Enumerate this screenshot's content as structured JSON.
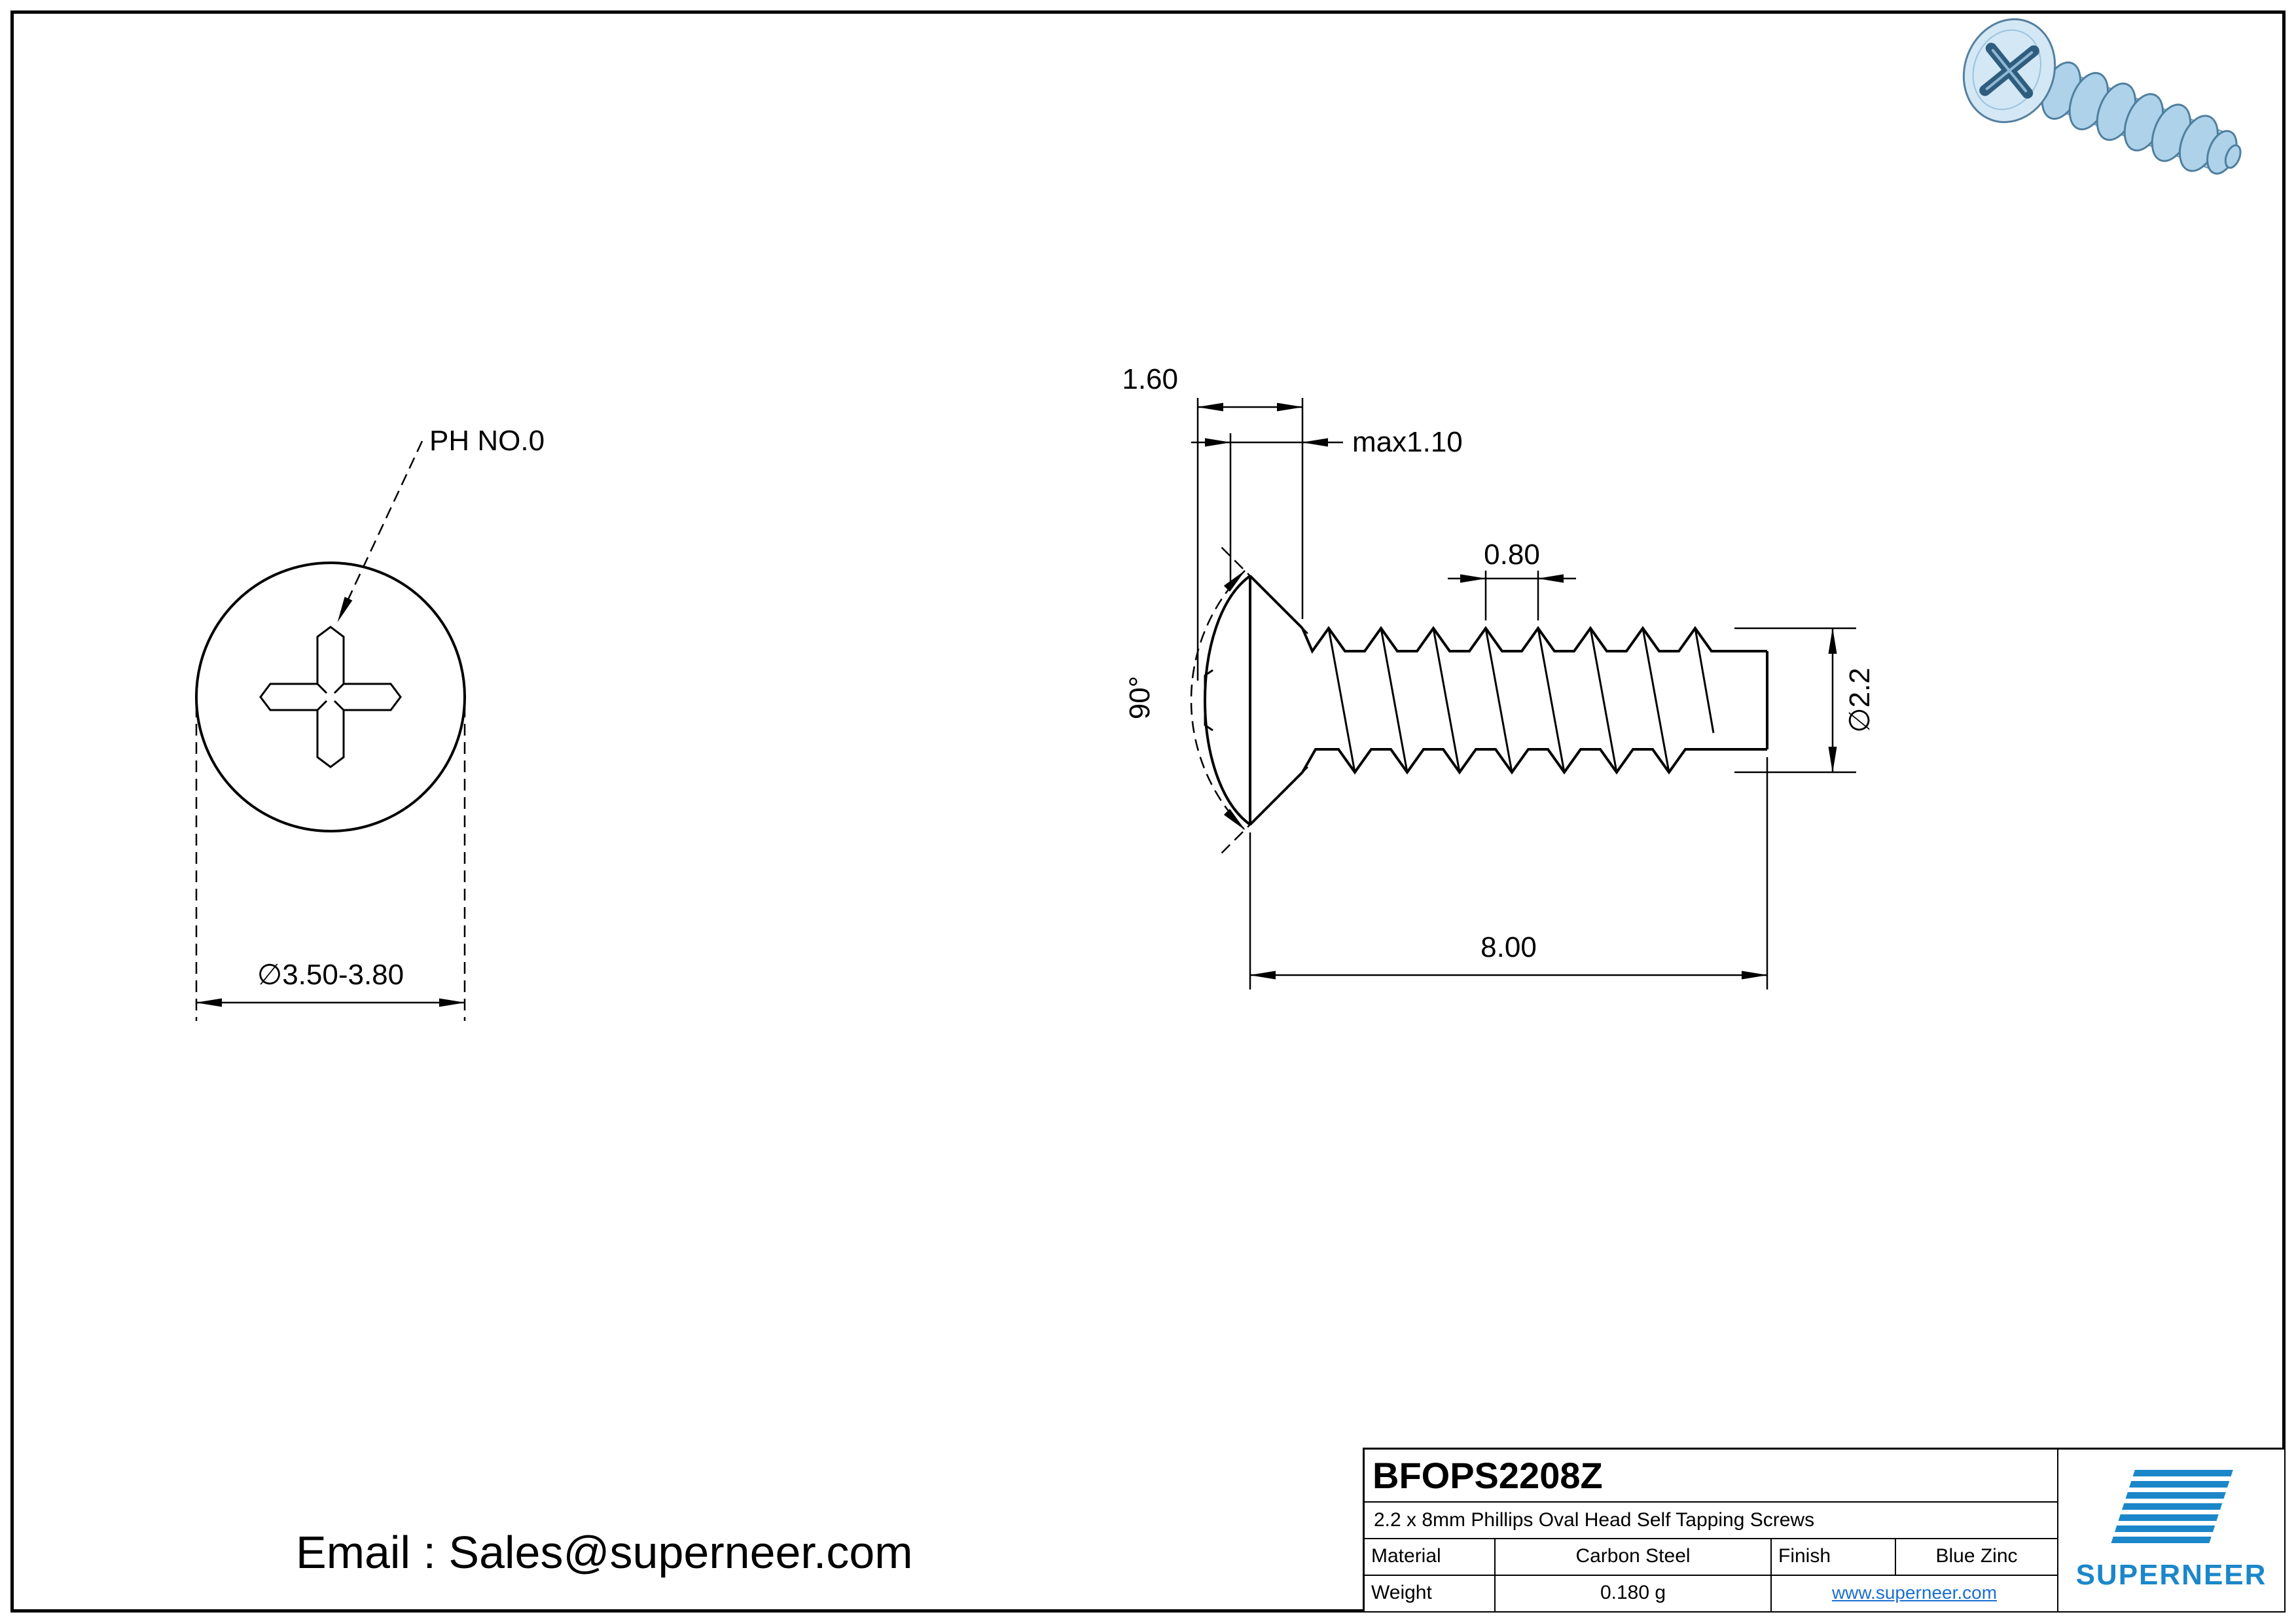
{
  "front_view": {
    "drive_label": "PH NO.0",
    "diameter_label": "∅3.50-3.80"
  },
  "side_view": {
    "head_height": "1.60",
    "recess_depth": "max1.10",
    "thread_pitch": "0.80",
    "head_angle": "90°",
    "thread_diameter": "∅2.2",
    "length": "8.00"
  },
  "footer": {
    "email": "Email : Sales@superneer.com"
  },
  "title_block": {
    "part_number": "BFOPS2208Z",
    "description": "2.2 x 8mm Phillips Oval Head Self Tapping Screws",
    "material_label": "Material",
    "material_value": "Carbon Steel",
    "finish_label": "Finish",
    "finish_value": "Blue Zinc",
    "weight_label": "Weight",
    "weight_value": "0.180 g",
    "website": "www.superneer.com",
    "brand": "SUPERNEER",
    "brand_color": "#1b87c9",
    "link_color": "#1b6fd1"
  }
}
